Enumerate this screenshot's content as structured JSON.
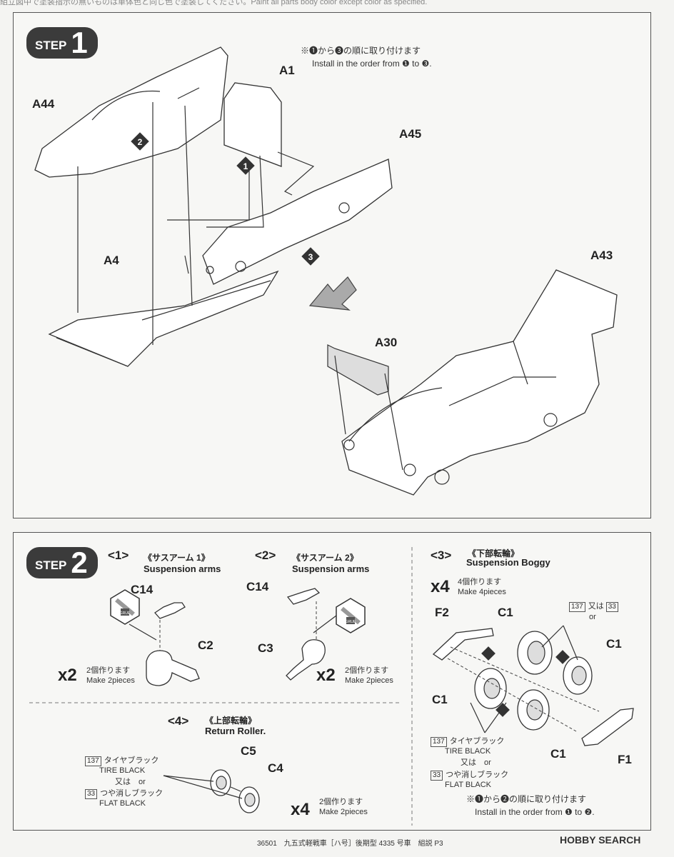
{
  "header_strip": "組立図中で塗装指示の無いものは車体色と同じ色で塗装してください。Paint all parts body color except color as specified.",
  "step1": {
    "badge_word": "STEP",
    "badge_num": "1",
    "order_jp": "※❶から❸の順に取り付けます",
    "order_en": "Install in the order from ❶ to ❸.",
    "parts": {
      "a44": "A44",
      "a1": "A1",
      "a45": "A45",
      "a4": "A4",
      "a43": "A43",
      "a30": "A30"
    },
    "markers": {
      "m1": "1",
      "m2": "2",
      "m3": "3"
    }
  },
  "step2": {
    "badge_word": "STEP",
    "badge_num": "2",
    "sub1": {
      "num": "<1>",
      "jp": "《サスアーム 1》",
      "en": "Suspension arms",
      "p1": "C14",
      "p2": "C2",
      "mult": "x2",
      "jp_count": "2個作ります",
      "en_count": "Make 2pieces"
    },
    "sub2": {
      "num": "<2>",
      "jp": "《サスアーム 2》",
      "en": "Suspension arms",
      "p1": "C14",
      "p2": "C3",
      "mult": "x2",
      "jp_count": "2個作ります",
      "en_count": "Make 2pieces"
    },
    "sub3": {
      "num": "<3>",
      "jp": "《下部転輪》",
      "en": "Suspension Boggy",
      "mult": "x4",
      "jp_count": "4個作ります",
      "en_count": "Make 4pieces",
      "parts": {
        "f2": "F2",
        "c1a": "C1",
        "c1b": "C1",
        "c1c": "C1",
        "c1d": "C1",
        "f1": "F1"
      },
      "paint_num1": "137",
      "or_jp": "又は",
      "paint_num2": "33",
      "or_en": "or",
      "paint1_jp": "タイヤブラック",
      "paint1_en": "TIRE BLACK",
      "paint2_jp": "つや消しブラック",
      "paint2_en": "FLAT BLACK",
      "order_jp": "※❶から❷の順に取り付けます",
      "order_en": "Install in the order from ❶ to ❷."
    },
    "sub4": {
      "num": "<4>",
      "jp": "《上部転輪》",
      "en": "Return Roller.",
      "p1": "C5",
      "p2": "C4",
      "mult": "x4",
      "jp_count": "2個作ります",
      "en_count": "Make 2pieces",
      "paint_num1": "137",
      "paint1_jp": "タイヤブラック",
      "paint1_en": "TIRE BLACK",
      "or_jp": "又は",
      "or_en": "or",
      "paint_num2": "33",
      "paint2_jp": "つや消しブラック",
      "paint2_en": "FLAT BLACK"
    },
    "glue_label": "GRUE"
  },
  "footer": "36501　九五式軽戦車［ハ号］後期型 4335 号車　組説 P3",
  "brand": "HOBBY SEARCH"
}
